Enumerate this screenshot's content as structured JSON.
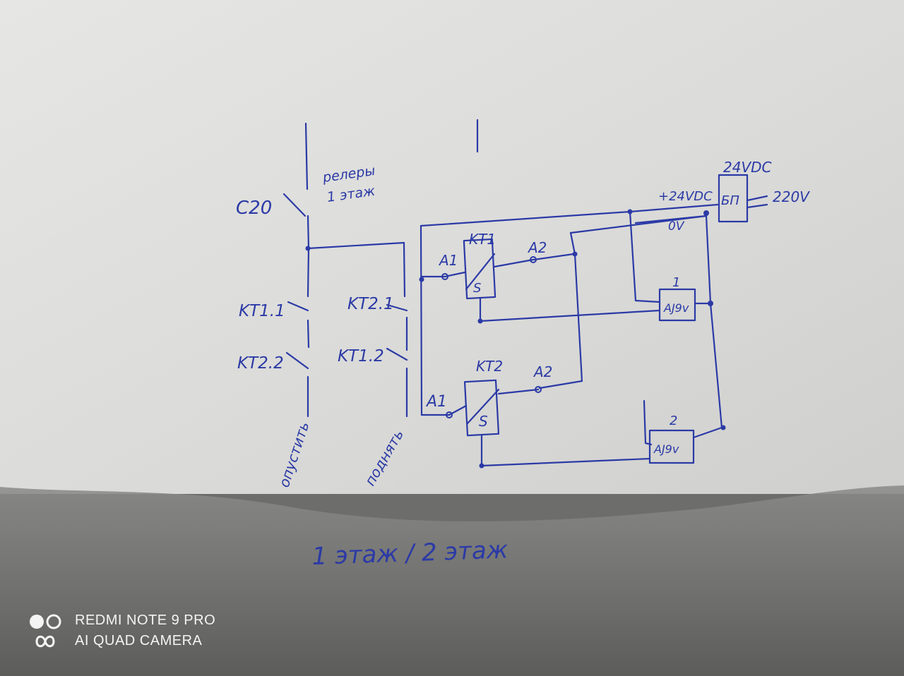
{
  "photo": {
    "colors": {
      "paper": "#dcdcda",
      "ink": "#2b3aa6",
      "shadow": "#7a7a78"
    },
    "diagram": {
      "breaker": "C20",
      "relay_note": [
        "релеры",
        "1 этаж"
      ],
      "contacts": {
        "left_top": "KT1.1",
        "left_bottom": "KT2.2",
        "right_top": "KT2.1",
        "right_bottom": "KT1.2"
      },
      "column_labels": {
        "left": "опустить",
        "right": "поднять"
      },
      "relays": [
        {
          "name": "KT1",
          "coil": "S",
          "in": "A1",
          "out": "A2"
        },
        {
          "name": "KT2",
          "coil": "S",
          "in": "A1",
          "out": "A2"
        }
      ],
      "power_supply": {
        "label": "БП",
        "title": "24VDC",
        "output_plus": "+24VDC",
        "output_zero": "0V",
        "input": "220V"
      },
      "sensors": [
        {
          "number": "1",
          "label": "AJ9v"
        },
        {
          "number": "2",
          "label": "AJ9v"
        }
      ],
      "caption": "1 этаж / 2 этаж"
    },
    "watermark": {
      "line1": "REDMI NOTE 9 PRO",
      "line2": "AI QUAD CAMERA"
    }
  }
}
